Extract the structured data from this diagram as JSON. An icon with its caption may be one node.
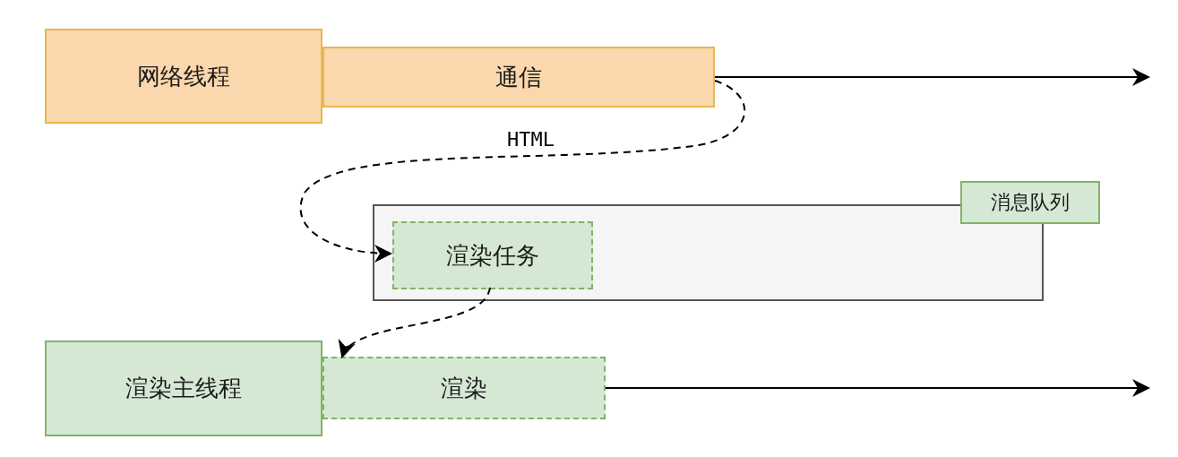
{
  "diagram": {
    "nodes": [
      {
        "text": [
          "网络线程"
        ]
      },
      {
        "text": [
          "通信"
        ]
      },
      {
        "text": [],
        "shape": "box"
      },
      {
        "text": [
          "消息队列"
        ]
      },
      {
        "text": [
          "渲染任务"
        ],
        "in": 2
      },
      {
        "text": [
          "渲染主线程"
        ]
      },
      {
        "text": [
          "渲染"
        ]
      }
    ],
    "edges": [
      {
        "from": 1,
        "to": 4,
        "arrow": "to",
        "label": "HTML",
        "style": "dashed"
      },
      {
        "from": 4,
        "to": 6,
        "arrow": "to",
        "style": "dashed"
      },
      {
        "from": 1,
        "to": null,
        "arrow": "to"
      },
      {
        "from": 6,
        "to": null,
        "arrow": "to"
      }
    ]
  }
}
